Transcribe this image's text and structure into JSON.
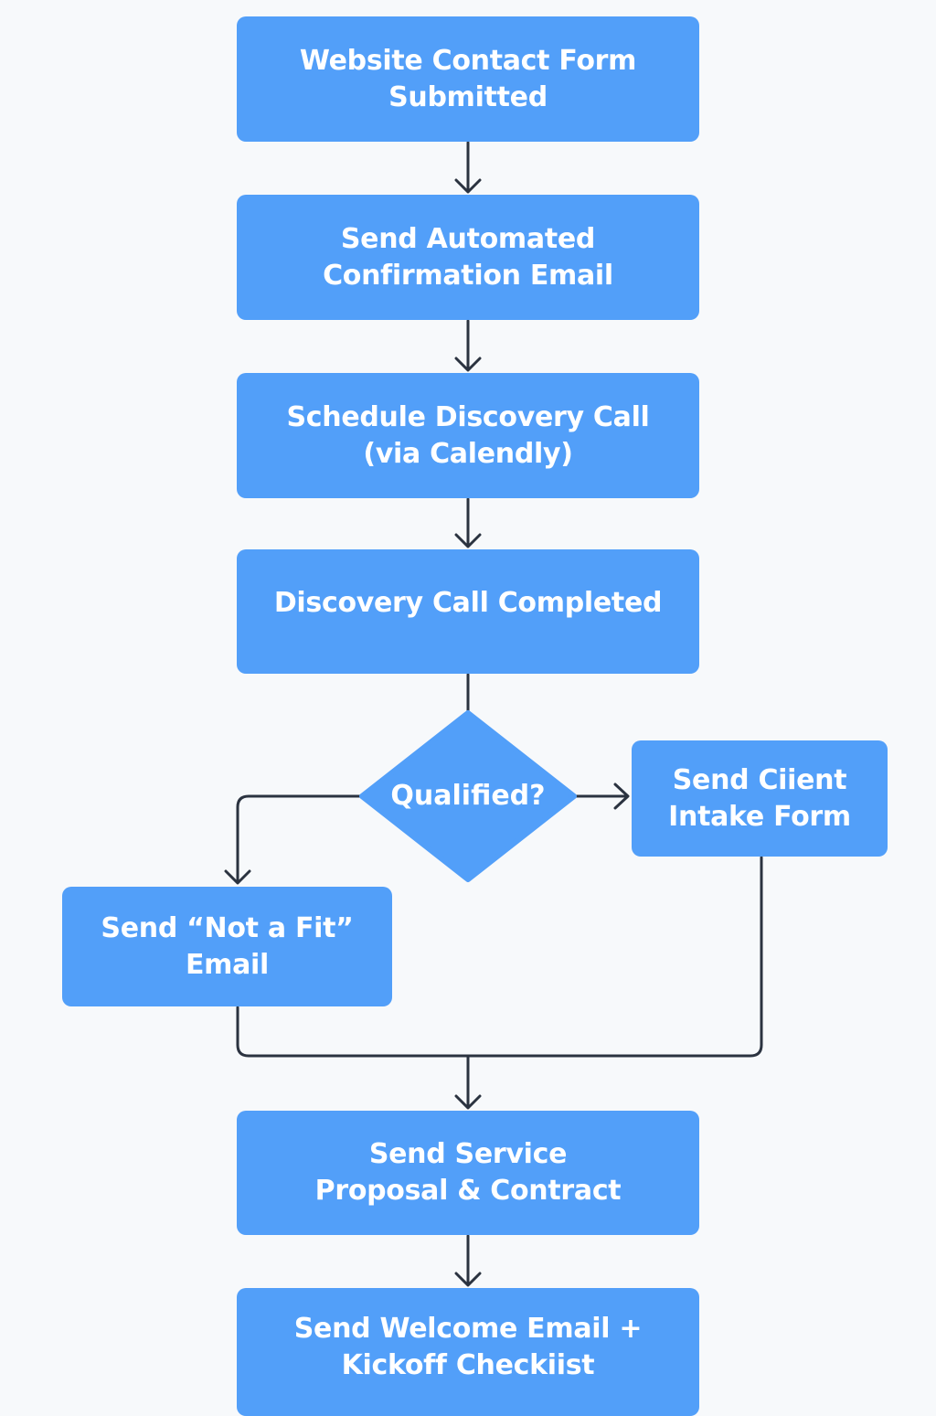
{
  "diagram": {
    "colors": {
      "node_fill": "#529ff9",
      "node_text": "#ffffff",
      "connector": "#2b3340",
      "background": "#f7f9fb"
    },
    "nodes": [
      {
        "id": "contact_form",
        "shape": "rectangle",
        "lines": [
          "Website Contact Form",
          "Submitted"
        ]
      },
      {
        "id": "confirmation_email",
        "shape": "rectangle",
        "lines": [
          "Send Automated",
          "Confirmation Email"
        ]
      },
      {
        "id": "schedule_call",
        "shape": "rectangle",
        "lines": [
          "Schedule Discovery Call",
          "(via Calendly)"
        ]
      },
      {
        "id": "call_completed",
        "shape": "rectangle",
        "lines": [
          "Discovery Call Completed"
        ]
      },
      {
        "id": "qualified",
        "shape": "diamond",
        "lines": [
          "Qualified?"
        ]
      },
      {
        "id": "intake_form",
        "shape": "rectangle",
        "lines": [
          "Send Ciient",
          "Intake Form"
        ]
      },
      {
        "id": "not_a_fit",
        "shape": "rectangle",
        "lines": [
          "Send “Not a Fit”",
          "Email"
        ]
      },
      {
        "id": "proposal",
        "shape": "rectangle",
        "lines": [
          "Send Service",
          "Proposal & Contract"
        ]
      },
      {
        "id": "welcome",
        "shape": "rectangle",
        "lines": [
          "Send Welcome Email +",
          "Kickoff Checkiist"
        ]
      }
    ],
    "edges": [
      {
        "from": "contact_form",
        "to": "confirmation_email"
      },
      {
        "from": "confirmation_email",
        "to": "schedule_call"
      },
      {
        "from": "schedule_call",
        "to": "call_completed"
      },
      {
        "from": "call_completed",
        "to": "qualified"
      },
      {
        "from": "qualified",
        "to": "intake_form"
      },
      {
        "from": "qualified",
        "to": "not_a_fit"
      },
      {
        "from": "not_a_fit",
        "to": "proposal"
      },
      {
        "from": "intake_form",
        "to": "proposal"
      },
      {
        "from": "proposal",
        "to": "welcome"
      }
    ]
  }
}
